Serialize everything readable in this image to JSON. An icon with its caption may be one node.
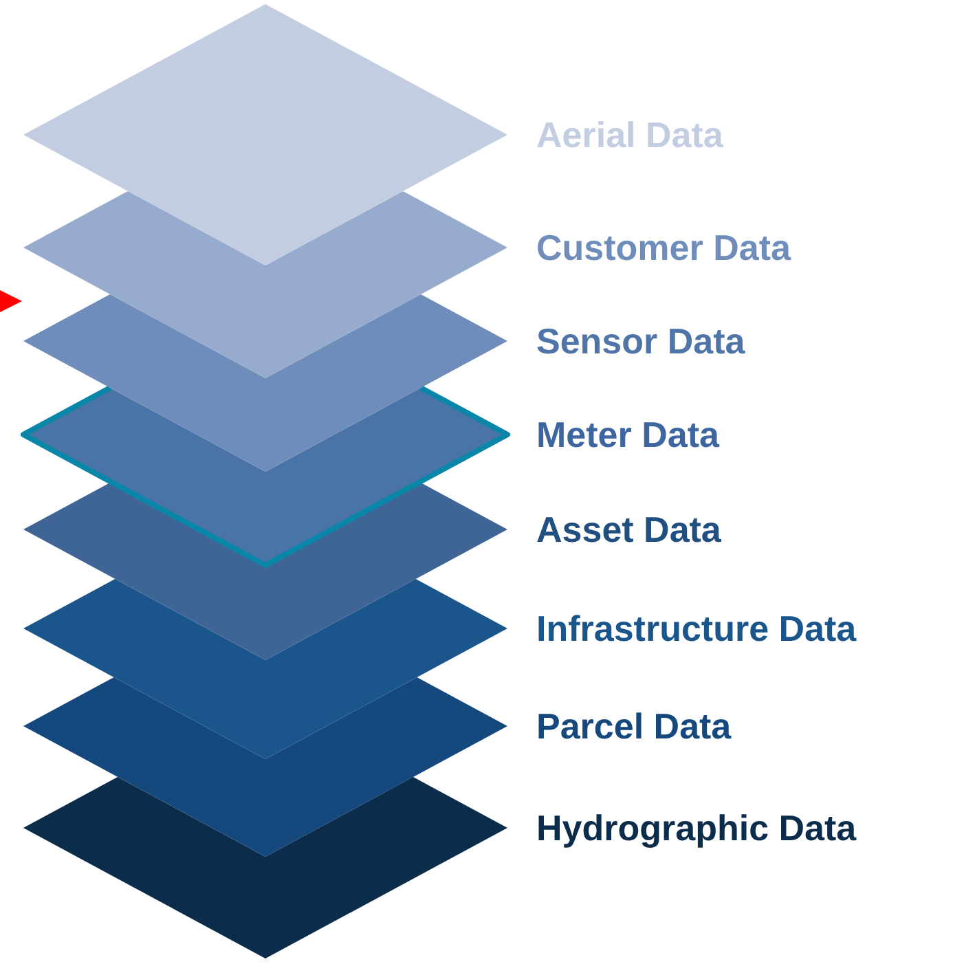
{
  "diagram": {
    "nodes": [
      {
        "text": [
          "Aerial Data"
        ]
      },
      {
        "text": [
          "Customer Data"
        ]
      },
      {
        "text": [
          "Sensor Data"
        ]
      },
      {
        "text": [
          "Meter Data"
        ]
      },
      {
        "text": [
          "Asset Data"
        ]
      },
      {
        "text": [
          "Infrastructure Data"
        ]
      },
      {
        "text": [
          "Parcel Data"
        ]
      },
      {
        "text": [
          "Hydrographic Data"
        ]
      }
    ]
  }
}
